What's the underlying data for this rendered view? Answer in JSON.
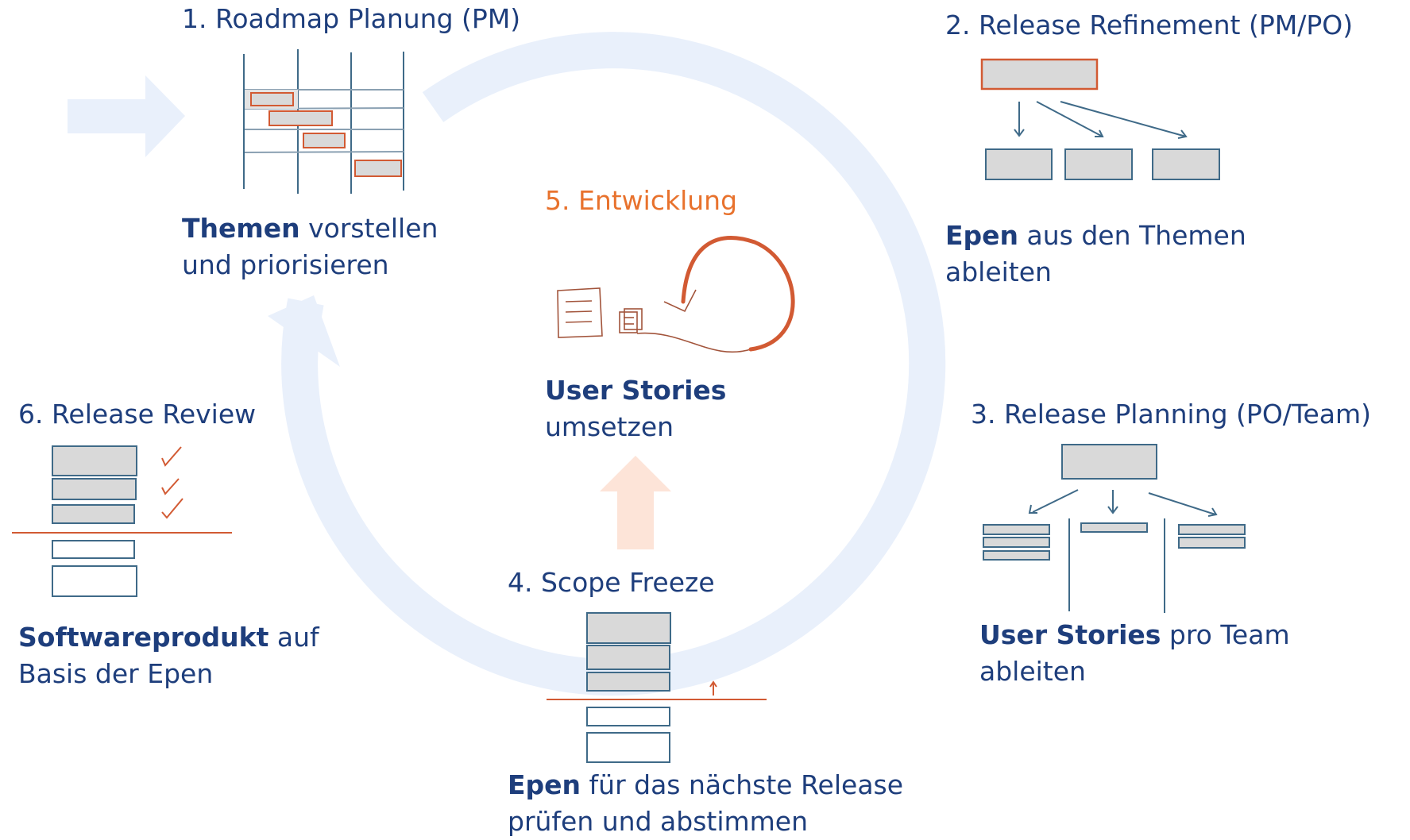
{
  "colors": {
    "cycle": "#e9f0fb",
    "text": "#1e3e7c",
    "accent": "#d25a33",
    "dev": "#e8722d",
    "box_fill": "#d9d9d9",
    "box_stroke": "#3f6a88",
    "up_arrow": "#fde4d8"
  },
  "steps": {
    "s1": {
      "title": "1. Roadmap Planung (PM)",
      "bold": "Themen",
      "rest1": " vorstellen",
      "line2": "und priorisieren"
    },
    "s2": {
      "title": "2. Release Refinement (PM/PO)",
      "bold": "Epen",
      "rest1": " aus den Themen",
      "line2": "ableiten"
    },
    "s3": {
      "title": "3. Release Planning (PO/Team)",
      "bold": "User Stories",
      "rest1": " pro Team",
      "line2": "ableiten"
    },
    "s4": {
      "title": "4. Scope Freeze",
      "bold": "Epen",
      "rest1": " für das nächste Release",
      "line2": "prüfen und abstimmen"
    },
    "s5": {
      "title": "5. Entwicklung",
      "bold": "User Stories",
      "line2": "umsetzen"
    },
    "s6": {
      "title": "6. Release Review",
      "bold": "Softwareprodukt",
      "rest1": " auf",
      "line2": "Basis der Epen"
    }
  }
}
